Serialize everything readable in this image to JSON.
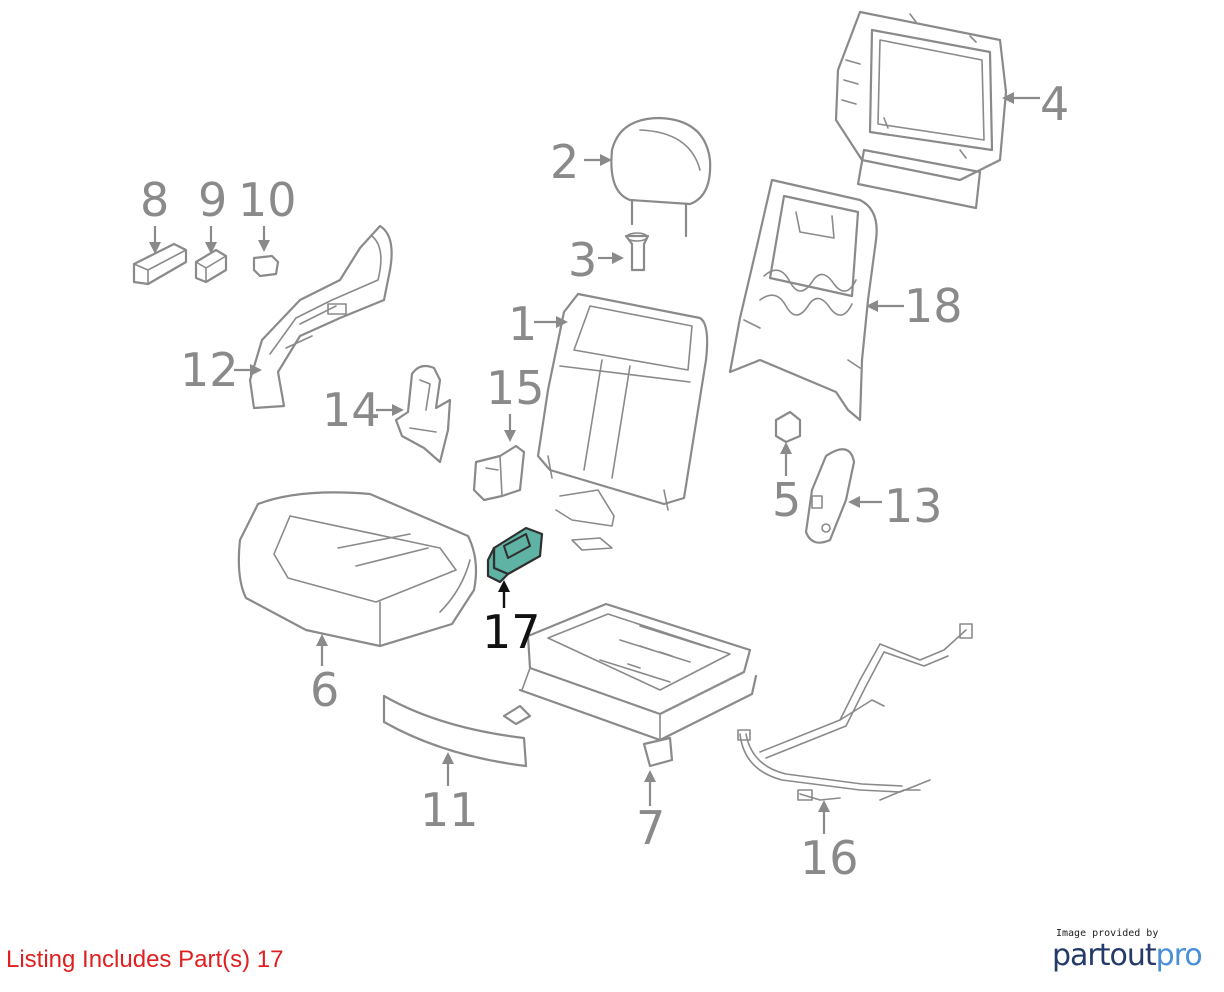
{
  "diagram": {
    "callouts": [
      "1",
      "2",
      "3",
      "4",
      "5",
      "6",
      "7",
      "8",
      "9",
      "10",
      "11",
      "12",
      "13",
      "14",
      "15",
      "16",
      "17",
      "18"
    ],
    "highlighted_part": "17"
  },
  "footer": {
    "listing_text": "Listing Includes Part(s) 17",
    "brand_caption": "Image provided by",
    "brand_name_part1": "partout",
    "brand_name_part2": "pro"
  },
  "colors": {
    "highlight_fill": "#5fb3a5",
    "line_gray": "#8a8a8a",
    "listing_red": "#e02020",
    "brand_navy": "#233a6b",
    "brand_blue": "#4a8fd8"
  }
}
